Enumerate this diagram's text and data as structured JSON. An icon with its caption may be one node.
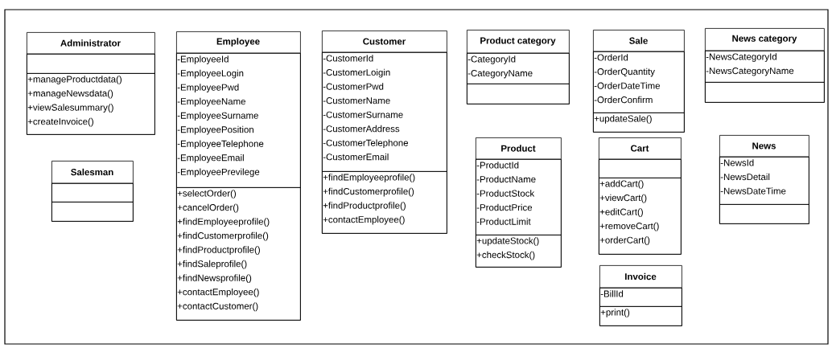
{
  "diagram": {
    "nodes": [
      {
        "text": [
          "Administrator"
        ]
      },
      {
        "text": [],
        "shape": "box",
        "in": 0
      },
      {
        "text": [
          "+manageProductdata()",
          "+manageNewsdata()",
          "+viewSalesummary()",
          "+createInvoice()"
        ],
        "in": 0
      },
      {
        "text": [
          "Employee"
        ]
      },
      {
        "text": [
          "-EmployeeId",
          "-EmployeeLogin",
          "-EmployeePwd",
          "-EmployeeName",
          "-EmployeeSurname",
          "-EmployeePosition",
          "-EmployeeTelephone",
          "-EmployeeEmail",
          "-EmployeePrevilege"
        ],
        "in": 3
      },
      {
        "text": [
          "+selectOrder()",
          "+cancelOrder()",
          "+findEmployeeprofile()",
          "+findCustomerprofile()",
          "+findProductprofile()",
          "+findSaleprofile()",
          "+findNewsprofile()",
          "+contactEmployee()",
          "+contactCustomer()"
        ],
        "in": 3
      },
      {
        "text": [
          "Customer"
        ]
      },
      {
        "text": [
          "-CustomerId",
          "-CustomerLoigin",
          "-CustomerPwd",
          "-CustomerName",
          "-CustomerSurname",
          "-CustomerAddress",
          "-CustomerTelephone",
          "-CustomerEmail"
        ],
        "in": 6
      },
      {
        "text": [
          "+findEmployeeprofile()",
          "+findCustomerprofile()",
          "+findProductprofile()",
          "+contactEmployee()"
        ],
        "in": 6
      },
      {
        "text": [
          "Product category"
        ]
      },
      {
        "text": [
          "-CategoryId",
          "-CategoryName"
        ],
        "in": 9
      },
      {
        "text": [],
        "shape": "box",
        "in": 9
      },
      {
        "text": [
          "Sale"
        ]
      },
      {
        "text": [
          "-OrderId",
          "-OrderQuantity",
          "-OrderDateTime",
          "-OrderConfirm"
        ],
        "in": 12
      },
      {
        "text": [
          "+updateSale()"
        ],
        "in": 12
      },
      {
        "text": [
          "News category"
        ]
      },
      {
        "text": [
          "-NewsCategoryId",
          "-NewsCategoryName"
        ],
        "in": 15
      },
      {
        "text": [],
        "shape": "box",
        "in": 15
      },
      {
        "text": [
          "Salesman"
        ]
      },
      {
        "text": [],
        "shape": "box",
        "in": 18
      },
      {
        "text": [],
        "shape": "box",
        "in": 18
      },
      {
        "text": [
          "Product"
        ]
      },
      {
        "text": [
          "-ProductId",
          "-ProductName",
          "-ProductStock",
          "-ProductPrice",
          "-ProductLimit"
        ],
        "in": 21
      },
      {
        "text": [
          "+updateStock()",
          "+checkStock()"
        ],
        "in": 21
      },
      {
        "text": [
          "Cart"
        ]
      },
      {
        "text": [],
        "shape": "box",
        "in": 24
      },
      {
        "text": [
          "+addCart()",
          "+viewCart()",
          "+editCart()",
          "+removeCart()",
          "+orderCart()"
        ],
        "in": 24
      },
      {
        "text": [
          "News"
        ]
      },
      {
        "text": [
          "-NewsId",
          "-NewsDetail",
          "-NewsDateTime"
        ],
        "in": 27
      },
      {
        "text": [],
        "shape": "box",
        "in": 27
      },
      {
        "text": [
          "Invoice"
        ]
      },
      {
        "text": [
          "-BillId"
        ],
        "in": 30
      },
      {
        "text": [
          "+print()"
        ],
        "in": 30
      }
    ]
  }
}
